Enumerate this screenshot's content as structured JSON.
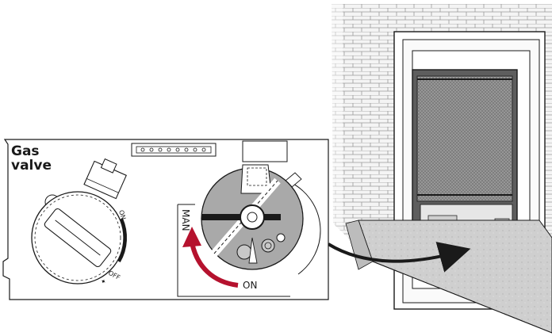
{
  "panel": {
    "title_line1": "Gas",
    "title_line2": "valve"
  },
  "knob_left": {
    "on_label": "ON",
    "off_label": "OFF",
    "pilot_label": "✦"
  },
  "knob_right": {
    "man_label": "MAN",
    "on_label": "ON"
  },
  "colors": {
    "arrow": "#b5122e",
    "outline": "#1a1a1a",
    "knob_fill": "#a9a9a9",
    "wall_brick": "#d4d4d4",
    "glass": "#8c8c8c"
  }
}
